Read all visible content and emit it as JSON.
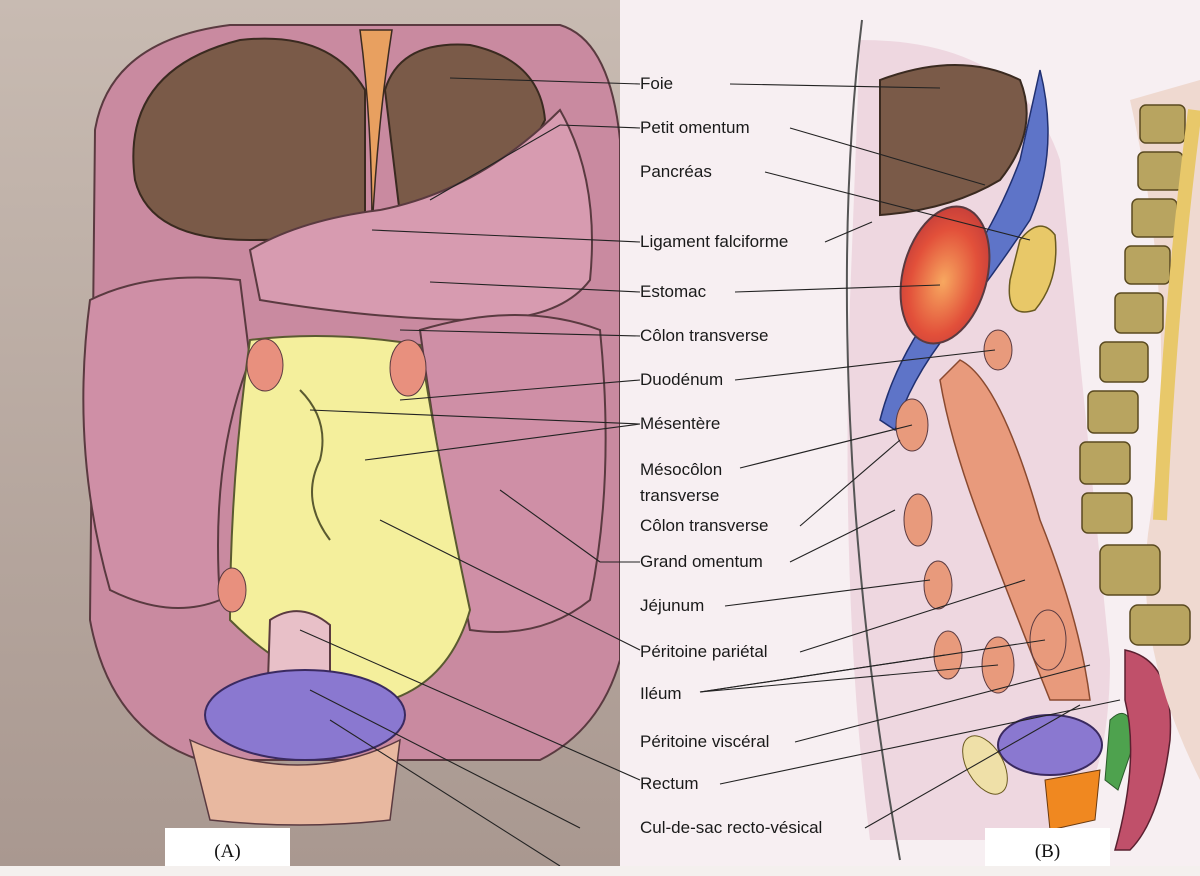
{
  "panels": {
    "a_caption": "(A)",
    "b_caption": "(B)"
  },
  "labels": [
    "Foie",
    "Petit omentum",
    "Pancréas",
    "Ligament falciforme",
    "Estomac",
    "Côlon transverse",
    "Duodénum",
    "Mésentère",
    "Mésocôlon",
    "transverse",
    "Côlon transverse",
    "Grand omentum",
    "Jéjunum",
    "Péritoine pariétal",
    "Iléum",
    "Péritoine viscéral",
    "Rectum",
    "Cul-de-sac recto-vésical"
  ],
  "colors": {
    "liver": "#7a5a48",
    "peritoneum_pink": "#d9a3b4",
    "mesentery_yellow": "#f4ef9c",
    "bladder": "#8a78d0",
    "spine_bone": "#c9b76a",
    "lesser_sac_blue": "#5e74c8",
    "gut_orange": "#e89a7c",
    "background_skin": "#b3a49a"
  }
}
